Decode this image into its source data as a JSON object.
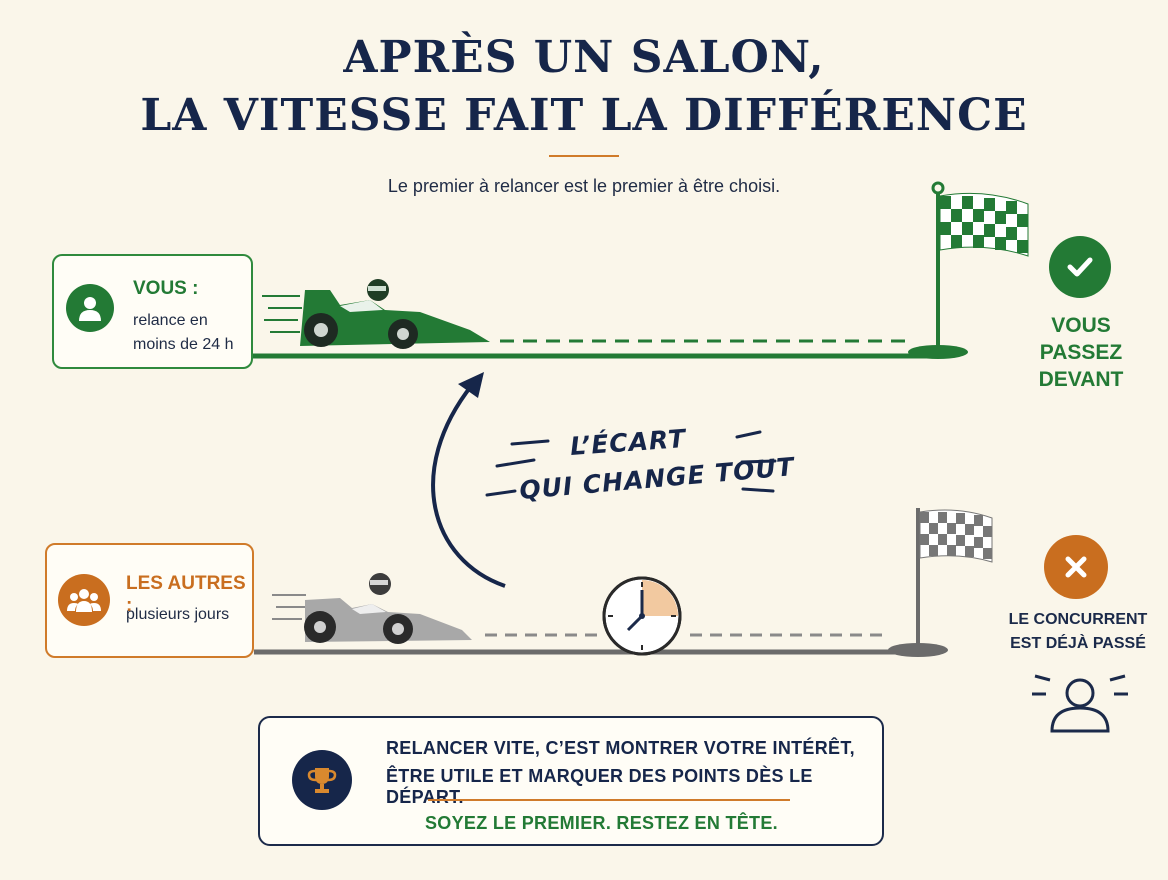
{
  "header": {
    "title_line1": "APRÈS UN SALON,",
    "title_line2": "LA VITESSE FAIT LA DIFFÉRENCE",
    "subtitle": "Le premier à relancer est le premier à être choisi."
  },
  "you_card": {
    "heading": "VOUS :",
    "line1": "relance en",
    "line2": "moins de 24 h",
    "icon": "user-icon",
    "color": "#237a35"
  },
  "others_card": {
    "heading": "LES AUTRES :",
    "line1": "plusieurs jours",
    "icon": "group-icon",
    "color": "#c96e1f"
  },
  "you_result": {
    "line1": "VOUS",
    "line2": "PASSEZ",
    "line3": "DEVANT",
    "icon": "check-icon"
  },
  "others_result": {
    "line1": "LE CONCURRENT",
    "line2": "EST DÉJÀ PASSÉ",
    "icon": "cross-icon"
  },
  "gap_label": {
    "line1": "L’ÉCART",
    "line2": "QUI CHANGE TOUT"
  },
  "bottom": {
    "line1": "RELANCER VITE, C’EST MONTRER VOTRE INTÉRÊT,",
    "line2": "ÊTRE UTILE ET MARQUER DES POINTS DÈS LE DÉPART.",
    "cta": "SOYEZ LE PREMIER. RESTEZ EN TÊTE.",
    "icon": "trophy-icon"
  },
  "colors": {
    "green": "#237a35",
    "orange": "#c96e1f",
    "navy": "#16264a",
    "grey": "#6b6b6b",
    "background": "#faf6ea"
  }
}
